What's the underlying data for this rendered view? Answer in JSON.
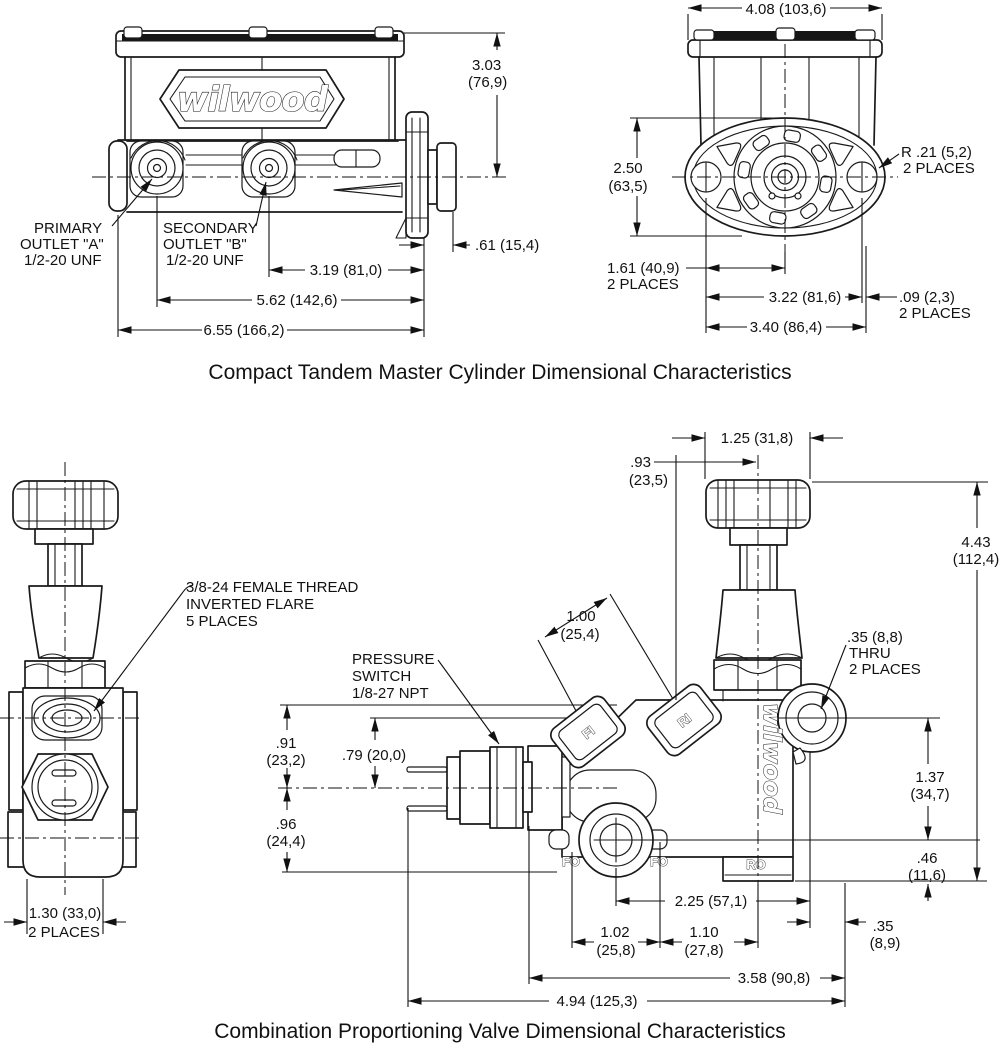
{
  "captions": {
    "master_cylinder": "Compact Tandem Master Cylinder Dimensional Characteristics",
    "prop_valve": "Combination Proportioning Valve Dimensional Characteristics"
  },
  "logo": {
    "brand": "wilwood"
  },
  "mc_side": {
    "labels": {
      "primary_1": "PRIMARY",
      "primary_2": "OUTLET \"A\"",
      "primary_3": "1/2-20 UNF",
      "secondary_1": "SECONDARY",
      "secondary_2": "OUTLET \"B\"",
      "secondary_3": "1/2-20 UNF"
    },
    "dims": {
      "height_in": "3.03",
      "height_mm": "(76,9)",
      "snout": ".61 (15,4)",
      "outlet_b": "3.19 (81,0)",
      "outlet_a": "5.62 (142,6)",
      "overall": "6.55 (166,2)"
    }
  },
  "mc_end": {
    "dims": {
      "width": "4.08 (103,6)",
      "height_in": "2.50",
      "height_mm": "(63,5)",
      "radius": "R .21 (5,2)",
      "radius_note": "2 PLACES",
      "bolt": "1.61 (40,9)",
      "bolt_note": "2 PLACES",
      "spacing": "3.22 (81,6)",
      "offset": ".09 (2,3)",
      "offset_note": "2 PLACES",
      "overall": "3.40 (86,4)"
    }
  },
  "valve_end": {
    "labels": {
      "thread_1": "3/8-24 FEMALE THREAD",
      "thread_2": "INVERTED FLARE",
      "thread_3": "5 PLACES",
      "width": "1.30 (33,0)",
      "width_note": "2 PLACES"
    }
  },
  "valve_side": {
    "labels": {
      "pressure_1": "PRESSURE",
      "pressure_2": "SWITCH",
      "pressure_3": "1/8-27 NPT",
      "fi": "FI",
      "ri": "RI",
      "fo1": "FO",
      "fo2": "FO",
      "ro": "RO"
    },
    "dims": {
      "knob": "1.25 (31,8)",
      "offset_in": ".93",
      "offset_mm": "(23,5)",
      "height_in": "4.43",
      "height_mm": "(112,4)",
      "port_in": "1.00",
      "port_mm": "(25,4)",
      "thru_1": ".35 (8,8)",
      "thru_2": "THRU",
      "thru_3": "2 PLACES",
      "upper_in": ".91",
      "upper_mm": "(23,2)",
      "switch_ht": ".79 (20,0)",
      "lower_in": ".96",
      "lower_mm": "(24,4)",
      "boss_in": "1.37",
      "boss_mm": "(34,7)",
      "base_in": ".46",
      "base_mm": "(11,6)",
      "span": "2.25 (57,1)",
      "fo_in": "1.02",
      "fo_mm": "(25,8)",
      "ro_in": "1.10",
      "ro_mm": "(27,8)",
      "edge_in": ".35",
      "edge_mm": "(8,9)",
      "body_w": "3.58 (90,8)",
      "overall_w": "4.94 (125,3)"
    }
  }
}
